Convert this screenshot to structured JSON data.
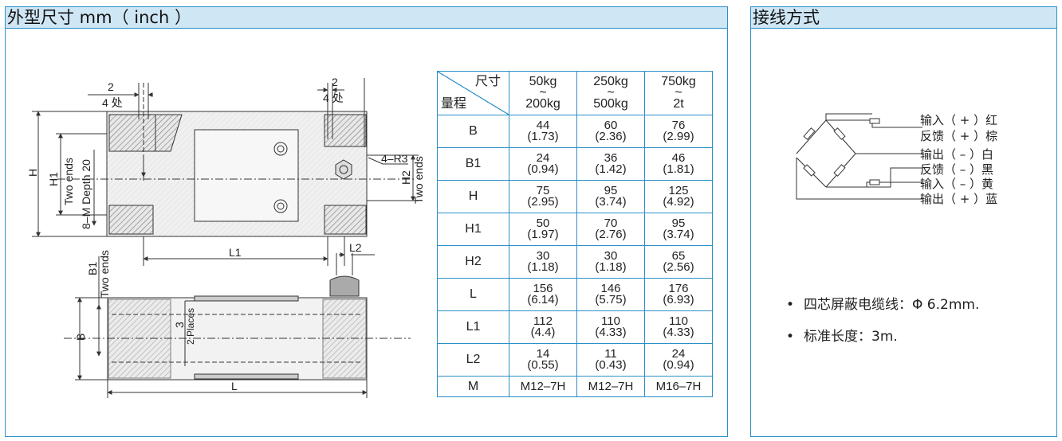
{
  "dimensions_title": "外型尺寸 mm（ inch ）",
  "wiring_title": "接线方式",
  "drawing": {
    "top_view": {
      "dim_2_left": "2",
      "places_4_left": "4 处",
      "dim_2_right": "2",
      "places_4_right": "4 处",
      "r_label": "4–R3",
      "h_label": "H",
      "h1_label": "H1",
      "two_ends_left": "Two ends",
      "thread_label": "8–M Depth 20",
      "h2_label": "H2",
      "two_ends_right": "Two ends",
      "l1_label": "L1",
      "l2_label": "L2"
    },
    "bottom_view": {
      "b1_label": "B1",
      "two_ends": "Two ends",
      "b_label": "B",
      "places_value": "3",
      "places_label": "2 Places",
      "l_label": "L"
    }
  },
  "table": {
    "header_top": "尺寸",
    "header_bottom": "量程",
    "capacities": [
      {
        "from": "50kg",
        "tilde": "~",
        "to": "200kg"
      },
      {
        "from": "250kg",
        "tilde": "~",
        "to": "500kg"
      },
      {
        "from": "750kg",
        "tilde": "~",
        "to": "2t"
      }
    ],
    "rows": [
      {
        "label": "B",
        "v": [
          [
            "44",
            "(1.73)"
          ],
          [
            "60",
            "(2.36)"
          ],
          [
            "76",
            "(2.99)"
          ]
        ]
      },
      {
        "label": "B1",
        "v": [
          [
            "24",
            "(0.94)"
          ],
          [
            "36",
            "(1.42)"
          ],
          [
            "46",
            "(1.81)"
          ]
        ]
      },
      {
        "label": "H",
        "v": [
          [
            "75",
            "(2.95)"
          ],
          [
            "95",
            "(3.74)"
          ],
          [
            "125",
            "(4.92)"
          ]
        ]
      },
      {
        "label": "H1",
        "v": [
          [
            "50",
            "(1.97)"
          ],
          [
            "70",
            "(2.76)"
          ],
          [
            "95",
            "(3.74)"
          ]
        ]
      },
      {
        "label": "H2",
        "v": [
          [
            "30",
            "(1.18)"
          ],
          [
            "30",
            "(1.18)"
          ],
          [
            "65",
            "(2.56)"
          ]
        ]
      },
      {
        "label": "L",
        "v": [
          [
            "156",
            "(6.14)"
          ],
          [
            "146",
            "(5.75)"
          ],
          [
            "176",
            "(6.93)"
          ]
        ]
      },
      {
        "label": "L1",
        "v": [
          [
            "112",
            "(4.4)"
          ],
          [
            "110",
            "(4.33)"
          ],
          [
            "110",
            "(4.33)"
          ]
        ]
      },
      {
        "label": "L2",
        "v": [
          [
            "14",
            "(0.55)"
          ],
          [
            "11",
            "(0.43)"
          ],
          [
            "24",
            "(0.94)"
          ]
        ]
      }
    ],
    "thread_row": {
      "label": "M",
      "v": [
        "M12–7H",
        "M12–7H",
        "M16–7H"
      ]
    }
  },
  "wiring": {
    "labels": [
      "输入（ + ）红",
      "反馈（ + ）棕",
      "输出（ – ）白",
      "反馈（ – ）黑",
      "输入（ – ）黄",
      "输出（ + ）蓝"
    ],
    "bullets": [
      "四芯屏蔽电缆线：Φ 6.2mm.",
      "标准长度：3m."
    ],
    "bullet_symbol": "•"
  },
  "colors": {
    "accent": "#2b8fc9",
    "header_fill": "#cfe6f5"
  }
}
